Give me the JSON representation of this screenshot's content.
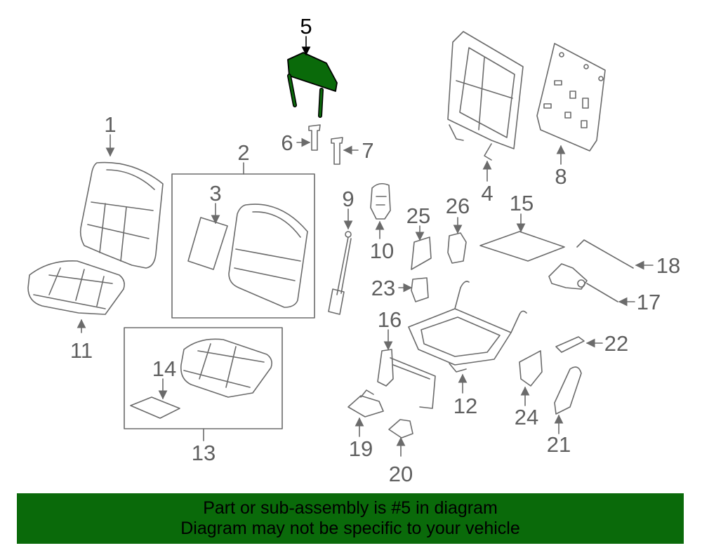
{
  "labels": {
    "p1": "1",
    "p2": "2",
    "p3": "3",
    "p4": "4",
    "p5": "5",
    "p6": "6",
    "p7": "7",
    "p8": "8",
    "p9": "9",
    "p10": "10",
    "p11": "11",
    "p12": "12",
    "p13": "13",
    "p14": "14",
    "p15": "15",
    "p16": "16",
    "p17": "17",
    "p18": "18",
    "p19": "19",
    "p20": "20",
    "p21": "21",
    "p22": "22",
    "p23": "23",
    "p24": "24",
    "p25": "25",
    "p26": "26"
  },
  "footer": {
    "line1": "Part or sub-assembly is #5 in diagram",
    "line2": "Diagram may not be specific to your vehicle"
  },
  "colors": {
    "highlight": "#0a6a0a",
    "line": "#6b6b6b",
    "label": "#5f5f5f"
  }
}
